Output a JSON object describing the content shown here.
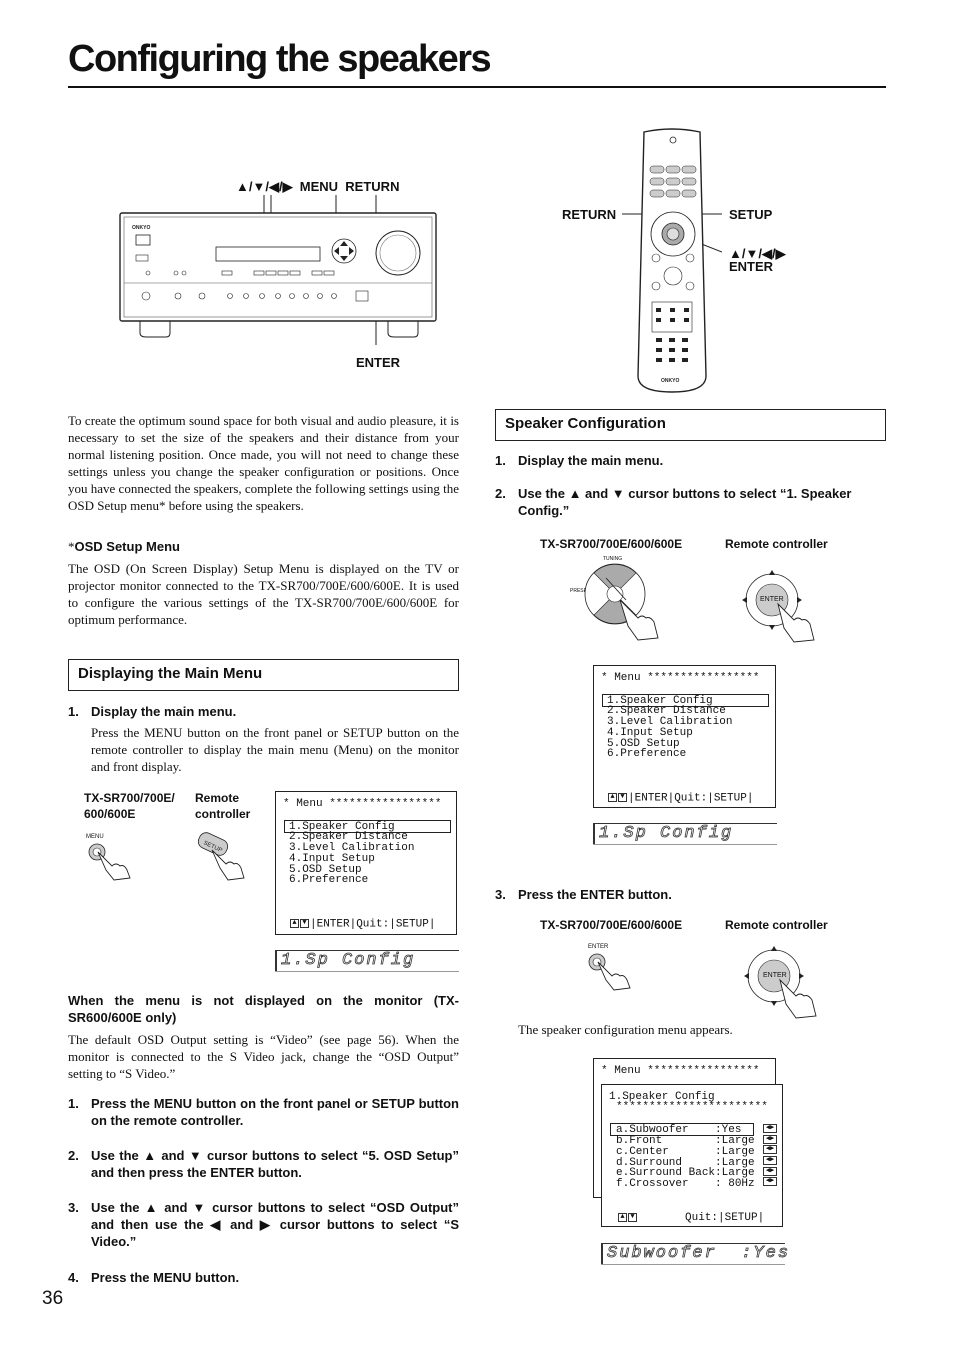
{
  "page": {
    "title": "Configuring the speakers",
    "page_number": "36"
  },
  "receiver_diagram": {
    "label_arrows_menu_return": "▲/▼/◀/▶  MENU  RETURN",
    "label_enter": "ENTER",
    "brand": "ONKYO"
  },
  "remote_diagram": {
    "label_return": "RETURN",
    "label_setup": "SETUP",
    "label_arrows": "▲/▼/◀/▶",
    "label_enter": "ENTER",
    "brand": "ONKYO"
  },
  "intro": {
    "paragraph": "To create the optimum sound space for both visual and audio pleasure, it is necessary to set the size of the speakers and their distance from your normal listening position. Once made, you will not need to change these settings unless you change the speaker configuration or positions. Once you have connected the speakers, complete the following settings using the OSD Setup menu* before using the speakers.",
    "osd_heading_star": "*",
    "osd_heading": "OSD Setup Menu",
    "osd_paragraph": "The OSD (On Screen Display) Setup Menu is displayed on the TV or projector monitor connected to the TX-SR700/700E/600/600E. It is used to configure the various settings of the TX-SR700/700E/600/600E for optimum performance."
  },
  "displaying_main_menu": {
    "heading": "Displaying the Main Menu",
    "step1_num": "1.",
    "step1_title": "Display the main menu.",
    "step1_text": "Press the MENU button on the front panel or SETUP button on the remote controller to display the main menu (Menu) on the monitor and front display.",
    "label_model": "TX-SR700/700E/ 600/600E",
    "label_remote": "Remote controller",
    "btn_menu": "MENU",
    "btn_setup": "SETUP"
  },
  "osd_menu": {
    "header": "* Menu *****************",
    "items": [
      "1.Speaker Config",
      "2.Speaker Distance",
      "3.Level Calibration",
      "4.Input Setup",
      "5.OSD Setup",
      "6.Preference"
    ],
    "footer": "|ENTER|Quit:|SETUP|",
    "front_display": "1.Sp Config"
  },
  "not_displayed": {
    "heading": "When the menu is not displayed on the monitor (TX-SR600/600E only)",
    "paragraph": "The default OSD Output setting is “Video” (see page 56). When the monitor is connected to the S Video jack, change the “OSD Output” setting to “S Video.”",
    "steps": [
      {
        "num": "1.",
        "text": "Press the MENU button on the front panel or SETUP button on the remote controller."
      },
      {
        "num": "2.",
        "text": "Use the ▲ and ▼ cursor buttons to select “5. OSD Setup” and then press the ENTER button."
      },
      {
        "num": "3.",
        "text": "Use the ▲ and ▼ cursor buttons to select “OSD Output” and then use the ◀ and ▶ cursor buttons to select “S Video.”"
      },
      {
        "num": "4.",
        "text": "Press the MENU button."
      }
    ]
  },
  "speaker_configuration": {
    "heading": "Speaker Configuration",
    "step1": {
      "num": "1.",
      "text": "Display the main menu."
    },
    "step2": {
      "num": "2.",
      "text": "Use the ▲ and ▼ cursor buttons to select “1. Speaker Config.”"
    },
    "step3": {
      "num": "3.",
      "text": "Press the ENTER button."
    },
    "label_model": "TX-SR700/700E/600/600E",
    "label_remote": "Remote controller",
    "knob_tuning": "TUNING",
    "knob_preset": "PRESET",
    "remote_enter": "ENTER",
    "btn_enter": "ENTER",
    "appears_text": "The speaker configuration menu appears."
  },
  "speaker_config_menu": {
    "header": "* Menu *****************",
    "title": "1.Speaker Config",
    "stars": "***********************",
    "items": [
      "a.Subwoofer    :Yes",
      "b.Front        :Large",
      "c.Center       :Large",
      "d.Surround     :Large",
      "e.Surround Back:Large",
      "f.Crossover    : 80Hz"
    ],
    "footer": "Quit:|SETUP|",
    "front_display": "Subwoofer  :Yes"
  }
}
